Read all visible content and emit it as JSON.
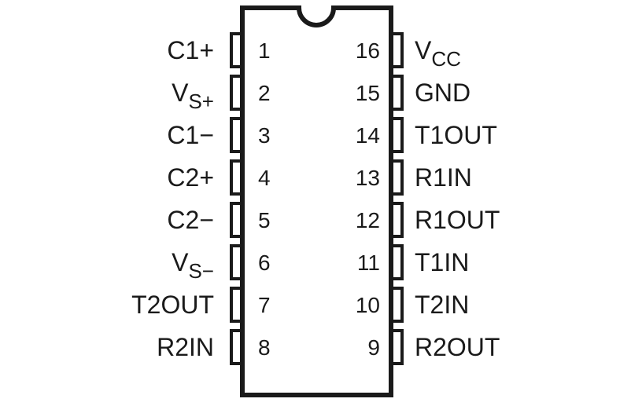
{
  "package": {
    "notch": "semicircle-top",
    "left_pins": [
      {
        "number": "1",
        "name": "C1+",
        "sub": ""
      },
      {
        "number": "2",
        "name": "V",
        "sub": "S+"
      },
      {
        "number": "3",
        "name": "C1−",
        "sub": ""
      },
      {
        "number": "4",
        "name": "C2+",
        "sub": ""
      },
      {
        "number": "5",
        "name": "C2−",
        "sub": ""
      },
      {
        "number": "6",
        "name": "V",
        "sub": "S−"
      },
      {
        "number": "7",
        "name": "T2OUT",
        "sub": ""
      },
      {
        "number": "8",
        "name": "R2IN",
        "sub": ""
      }
    ],
    "right_pins": [
      {
        "number": "16",
        "name": "V",
        "sub": "CC"
      },
      {
        "number": "15",
        "name": "GND",
        "sub": ""
      },
      {
        "number": "14",
        "name": "T1OUT",
        "sub": ""
      },
      {
        "number": "13",
        "name": "R1IN",
        "sub": ""
      },
      {
        "number": "12",
        "name": "R1OUT",
        "sub": ""
      },
      {
        "number": "11",
        "name": "T1IN",
        "sub": ""
      },
      {
        "number": "10",
        "name": "T2IN",
        "sub": ""
      },
      {
        "number": "9",
        "name": "R2OUT",
        "sub": ""
      }
    ]
  }
}
